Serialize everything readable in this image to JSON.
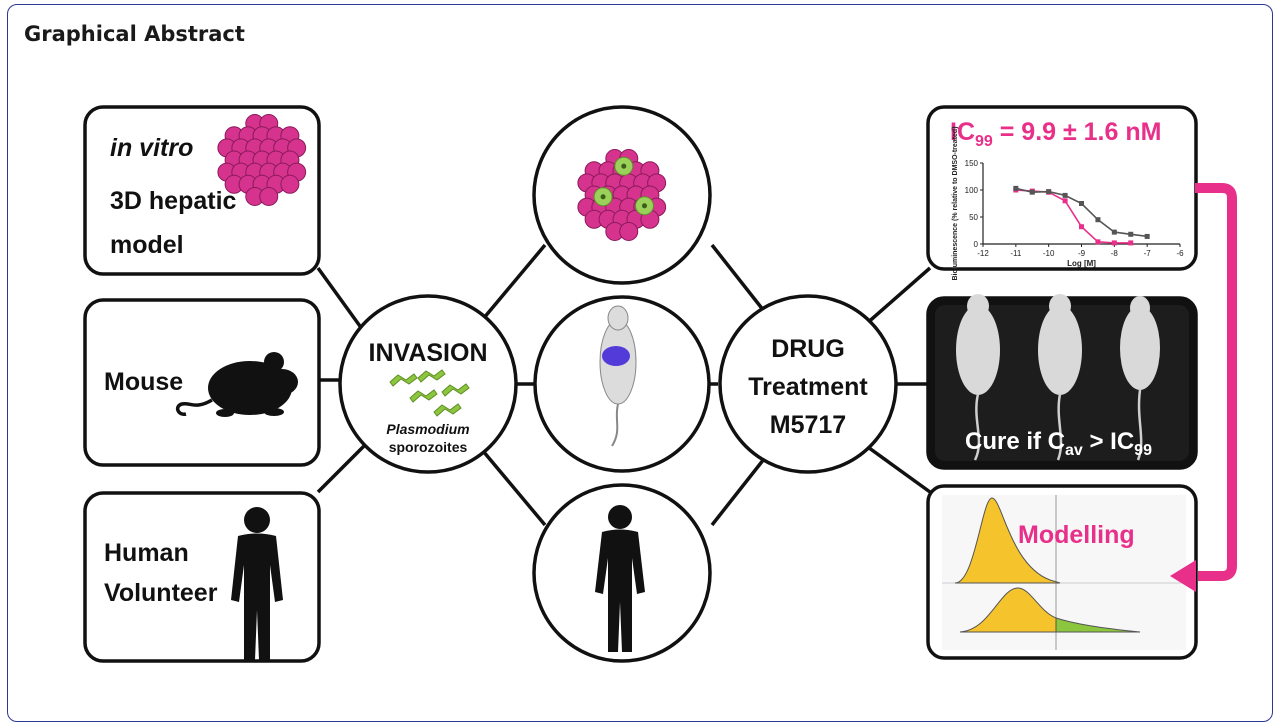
{
  "header": {
    "title": "Graphical Abstract"
  },
  "models": {
    "in_vitro": {
      "line1": "in vitro",
      "line2": "3D hepatic",
      "line3": "model"
    },
    "mouse": {
      "label": "Mouse"
    },
    "human": {
      "line1": "Human",
      "line2": "Volunteer"
    }
  },
  "invasion": {
    "title": "INVASION",
    "organism": "Plasmodium",
    "stage": "sporozoites"
  },
  "drug": {
    "line1": "DRUG",
    "line2": "Treatment",
    "line3": "M5717"
  },
  "results": {
    "ic99_prefix": "IC",
    "ic99_sub": "99",
    "ic99_value": " = 9.9 ± 1.6 nM",
    "cure_prefix": "Cure if C",
    "cure_sub1": "av",
    "cure_mid": " > IC",
    "cure_sub2": "99",
    "modelling": "Modelling"
  },
  "colors": {
    "accent": "#e8308a",
    "cell": "#d6338f",
    "parasite": "#9bd15a",
    "frame": "#2b3990",
    "pk": "#f5c32c",
    "cured": "#8cc63f"
  },
  "chart_data": {
    "type": "scatter",
    "title": "",
    "xlabel": "Log [M]",
    "ylabel": "Bioluminescence (% relative to DMSO-treated)",
    "xlim": [
      -12,
      -6
    ],
    "ylim": [
      0,
      150
    ],
    "xticks": [
      "-12",
      "-11",
      "-10",
      "-9",
      "-8",
      "-7",
      "-6"
    ],
    "yticks": [
      "0",
      "50",
      "100",
      "150"
    ],
    "series": [
      {
        "color": "#e8308a",
        "x": [
          -11,
          -10.5,
          -10,
          -9.5,
          -9,
          -8.5,
          -8,
          -7.5
        ],
        "y": [
          100,
          98,
          96,
          80,
          32,
          4,
          2,
          2
        ]
      },
      {
        "color": "#555555",
        "x": [
          -11,
          -10.5,
          -10,
          -9.5,
          -9,
          -8.5,
          -8,
          -7.5,
          -7
        ],
        "y": [
          103,
          96,
          97,
          90,
          75,
          45,
          22,
          18,
          14
        ]
      }
    ]
  }
}
